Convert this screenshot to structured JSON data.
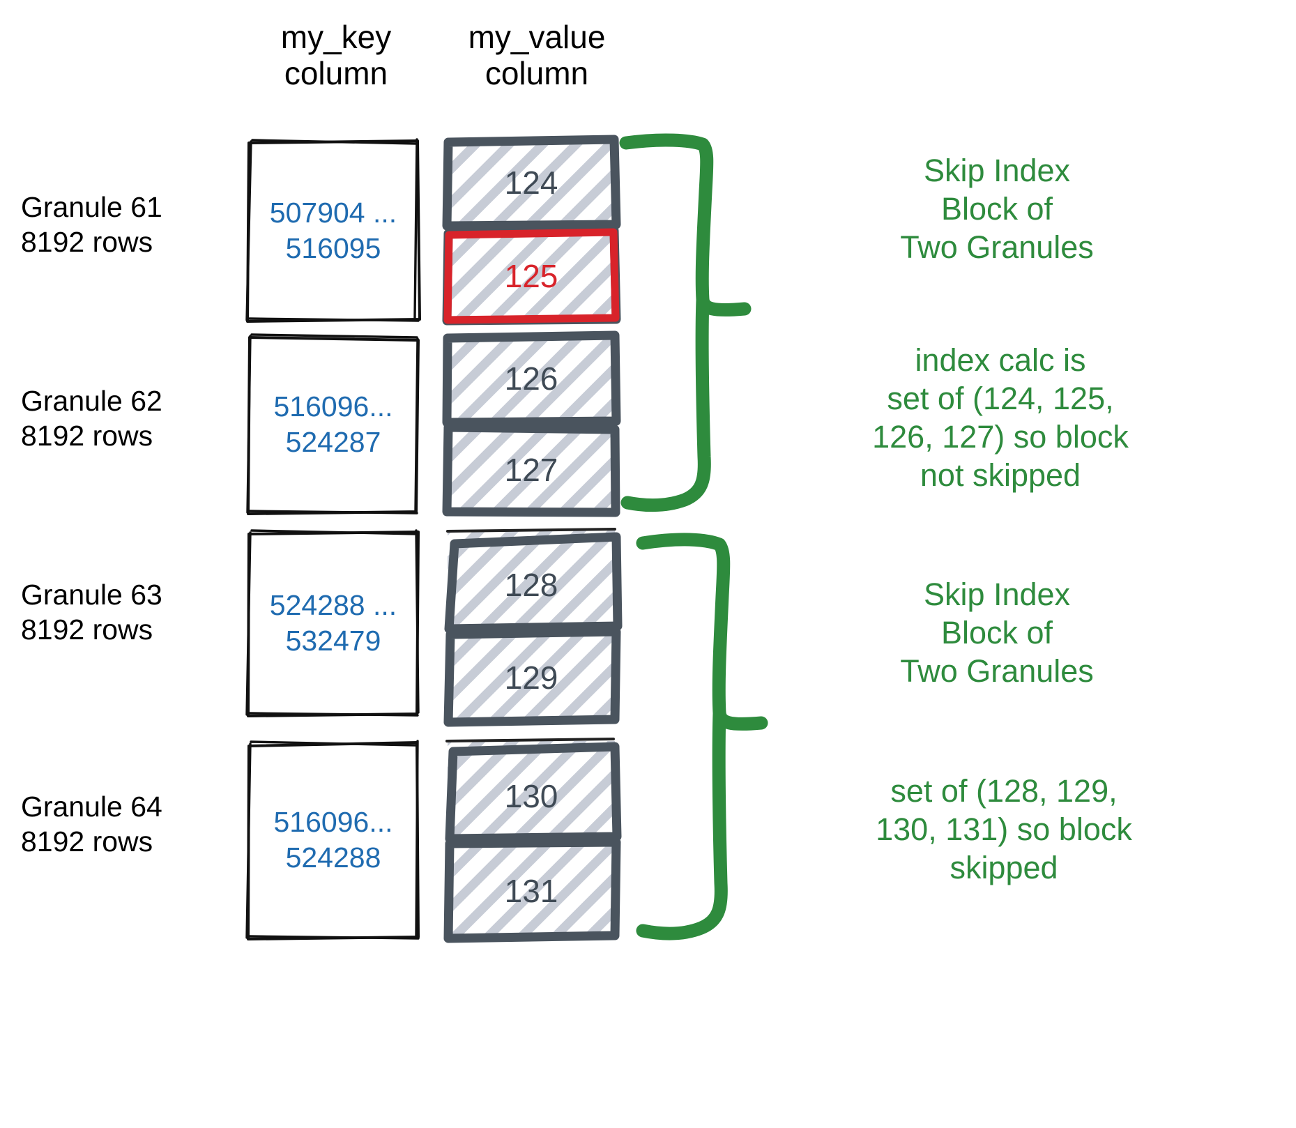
{
  "headers": {
    "key_column": "my_key\ncolumn",
    "value_column": "my_value\ncolumn"
  },
  "colors": {
    "key_text": "#1f6bb0",
    "value_text": "#3f4a55",
    "highlight": "#d8232a",
    "annotation": "#2e8b3d",
    "box_outline": "#000000",
    "value_box_outline": "#4a545e",
    "hatch": "#c7ccd6"
  },
  "rows": [
    {
      "label": "Granule 61\n8192 rows",
      "granule": "Granule 61",
      "rows_text": "8192 rows",
      "key_range": "507904 ...\n516095",
      "key_min": "507904",
      "key_max": "516095",
      "values": [
        {
          "value": "124",
          "highlighted": false
        },
        {
          "value": "125",
          "highlighted": true
        }
      ]
    },
    {
      "label": "Granule 62\n8192 rows",
      "granule": "Granule 62",
      "rows_text": "8192 rows",
      "key_range": "516096...\n524287",
      "key_min": "516096",
      "key_max": "524287",
      "values": [
        {
          "value": "126",
          "highlighted": false
        },
        {
          "value": "127",
          "highlighted": false
        }
      ]
    },
    {
      "label": "Granule 63\n8192 rows",
      "granule": "Granule 63",
      "rows_text": "8192 rows",
      "key_range": "524288 ...\n532479",
      "key_min": "524288",
      "key_max": "532479",
      "values": [
        {
          "value": "128",
          "highlighted": false
        },
        {
          "value": "129",
          "highlighted": false
        }
      ]
    },
    {
      "label": "Granule 64\n8192 rows",
      "granule": "Granule 64",
      "rows_text": "8192 rows",
      "key_range": "516096...\n524288",
      "key_min": "516096",
      "key_max": "524288",
      "values": [
        {
          "value": "130",
          "highlighted": false
        },
        {
          "value": "131",
          "highlighted": false
        }
      ]
    }
  ],
  "annotations": [
    {
      "title": "Skip Index\nBlock of\nTwo Granules"
    },
    {
      "title": "index calc is\nset of (124, 125,\n126, 127) so block\nnot skipped"
    },
    {
      "title": "Skip Index\nBlock of\nTwo Granules"
    },
    {
      "title": "set of (128, 129,\n130, 131) so block\nskipped"
    }
  ]
}
